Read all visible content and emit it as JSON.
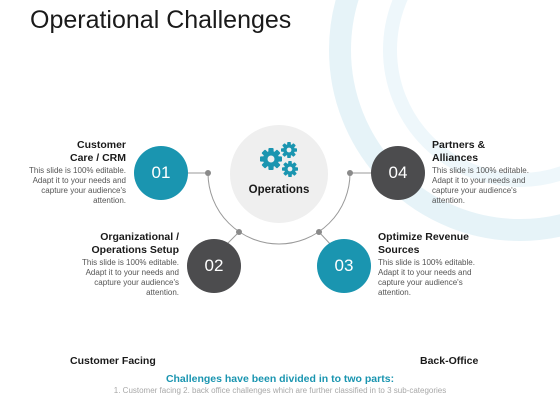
{
  "slide": {
    "title": "Operational Challenges",
    "accent_color": "#1a95b0",
    "dark_color": "#4c4c4e"
  },
  "center": {
    "label": "Operations",
    "icon": "gears-icon"
  },
  "items": [
    {
      "number": "01",
      "heading_line1": "Customer",
      "heading_line2": "Care / CRM",
      "body": "This slide is 100% editable. Adapt it to your needs and capture your audience's attention.",
      "color": "teal"
    },
    {
      "number": "02",
      "heading_line1": "Organizational /",
      "heading_line2": "Operations Setup",
      "body": "This slide is 100% editable. Adapt it to your needs and capture your audience's attention.",
      "color": "dark"
    },
    {
      "number": "03",
      "heading_line1": "Optimize Revenue",
      "heading_line2": "Sources",
      "body": "This slide is 100% editable. Adapt it to your needs and capture your audience's attention.",
      "color": "teal"
    },
    {
      "number": "04",
      "heading_line1": "Partners &",
      "heading_line2": "Alliances",
      "body": "This slide is 100% editable. Adapt it to your needs and capture your audience's attention.",
      "color": "dark"
    }
  ],
  "footer": {
    "left_label": "Customer Facing",
    "right_label": "Back-Office",
    "summary_title": "Challenges have been divided in to two parts:",
    "summary_text": "1. Customer facing 2. back office challenges which are further classified in to 3 sub-categories"
  }
}
